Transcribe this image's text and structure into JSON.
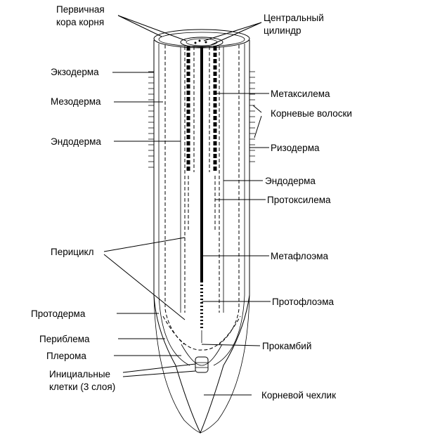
{
  "labels": {
    "primary_cortex": [
      "Первичная",
      "кора корня"
    ],
    "central_cylinder": [
      "Центральный",
      "цилиндр"
    ],
    "exodermis": "Экзодерма",
    "mesodermis": "Мезодерма",
    "endodermis_left": "Эндодерма",
    "metaxylem": "Метаксилема",
    "root_hairs": "Корневые волоски",
    "rhizodermis": "Ризодерма",
    "endodermis_right": "Эндодерма",
    "protoxylem": "Протоксилема",
    "pericycle": "Перицикл",
    "metaphloem": "Метафлоэма",
    "protophloem": "Протофлоэма",
    "protoderm": "Протодерма",
    "periblem": "Периблема",
    "prokambium": "Прокамбий",
    "plerome": "Плерома",
    "initial_cells": [
      "Инициальные",
      "клетки (3 слоя)"
    ],
    "root_cap": "Корневой чехлик"
  },
  "colors": {
    "ink": "#000000",
    "background": "#ffffff"
  }
}
